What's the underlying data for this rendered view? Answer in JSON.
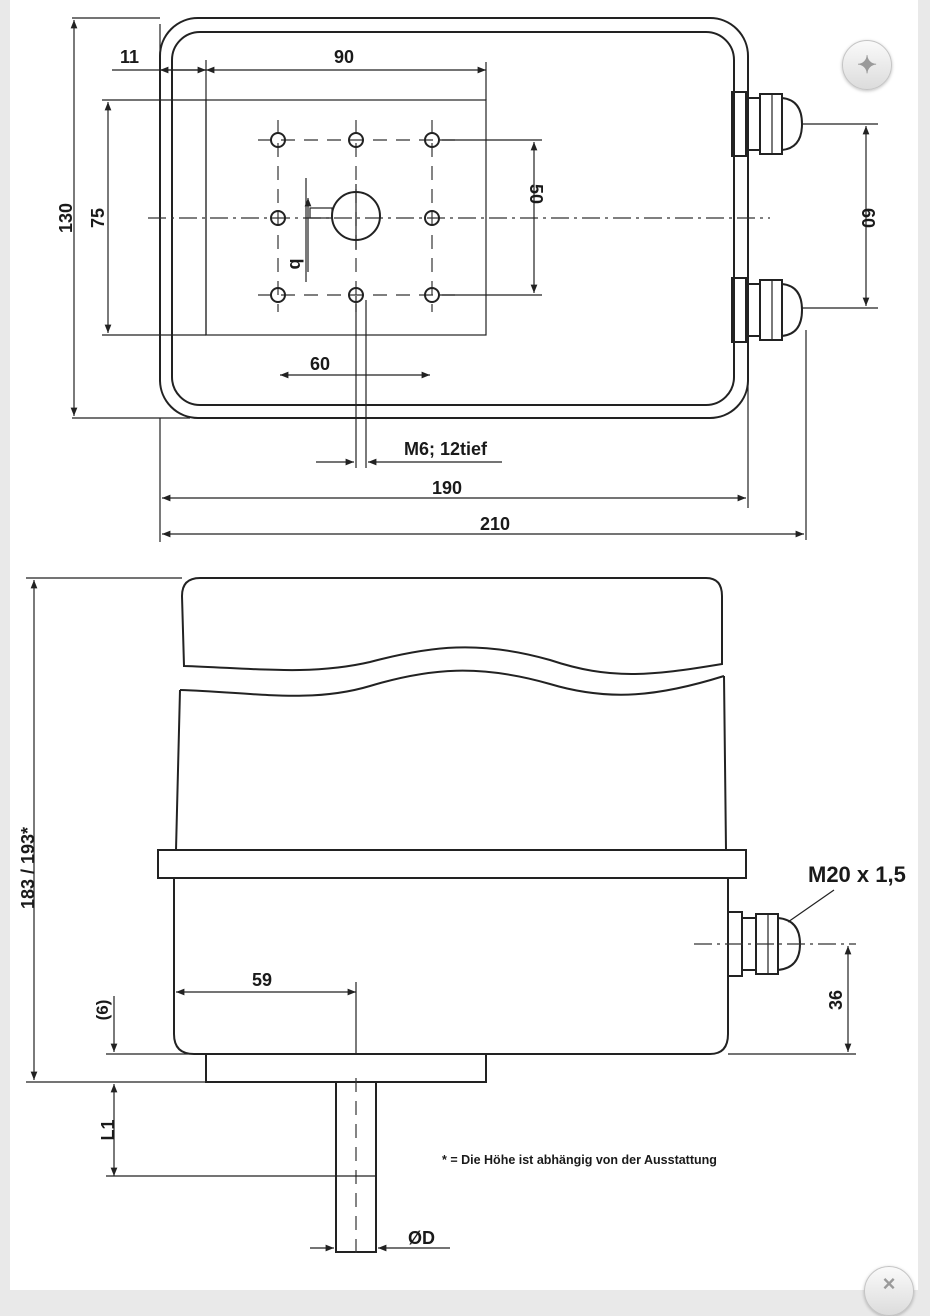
{
  "dims": {
    "top_11": "11",
    "top_90": "90",
    "top_50": "50",
    "top_60_h": "60",
    "top_60_v": "60",
    "top_130": "130",
    "top_75": "75",
    "top_b": "b",
    "top_m6": "M6; 12tief",
    "top_190": "190",
    "top_210": "210",
    "side_height": "183 / 193*",
    "side_6": "(6)",
    "side_l1": "L1",
    "side_59": "59",
    "side_36": "36",
    "side_m20": "M20 x 1,5",
    "side_d": "ØD"
  },
  "note": "* = Die Höhe ist abhängig von der Ausstattung",
  "controls": {
    "expand_icon": "expand-icon",
    "close_icon": "close-icon",
    "expand_glyph": "✦",
    "close_glyph": "×"
  },
  "colors": {
    "line": "#222222",
    "paper": "#ffffff",
    "frame": "#e9e9e9"
  }
}
